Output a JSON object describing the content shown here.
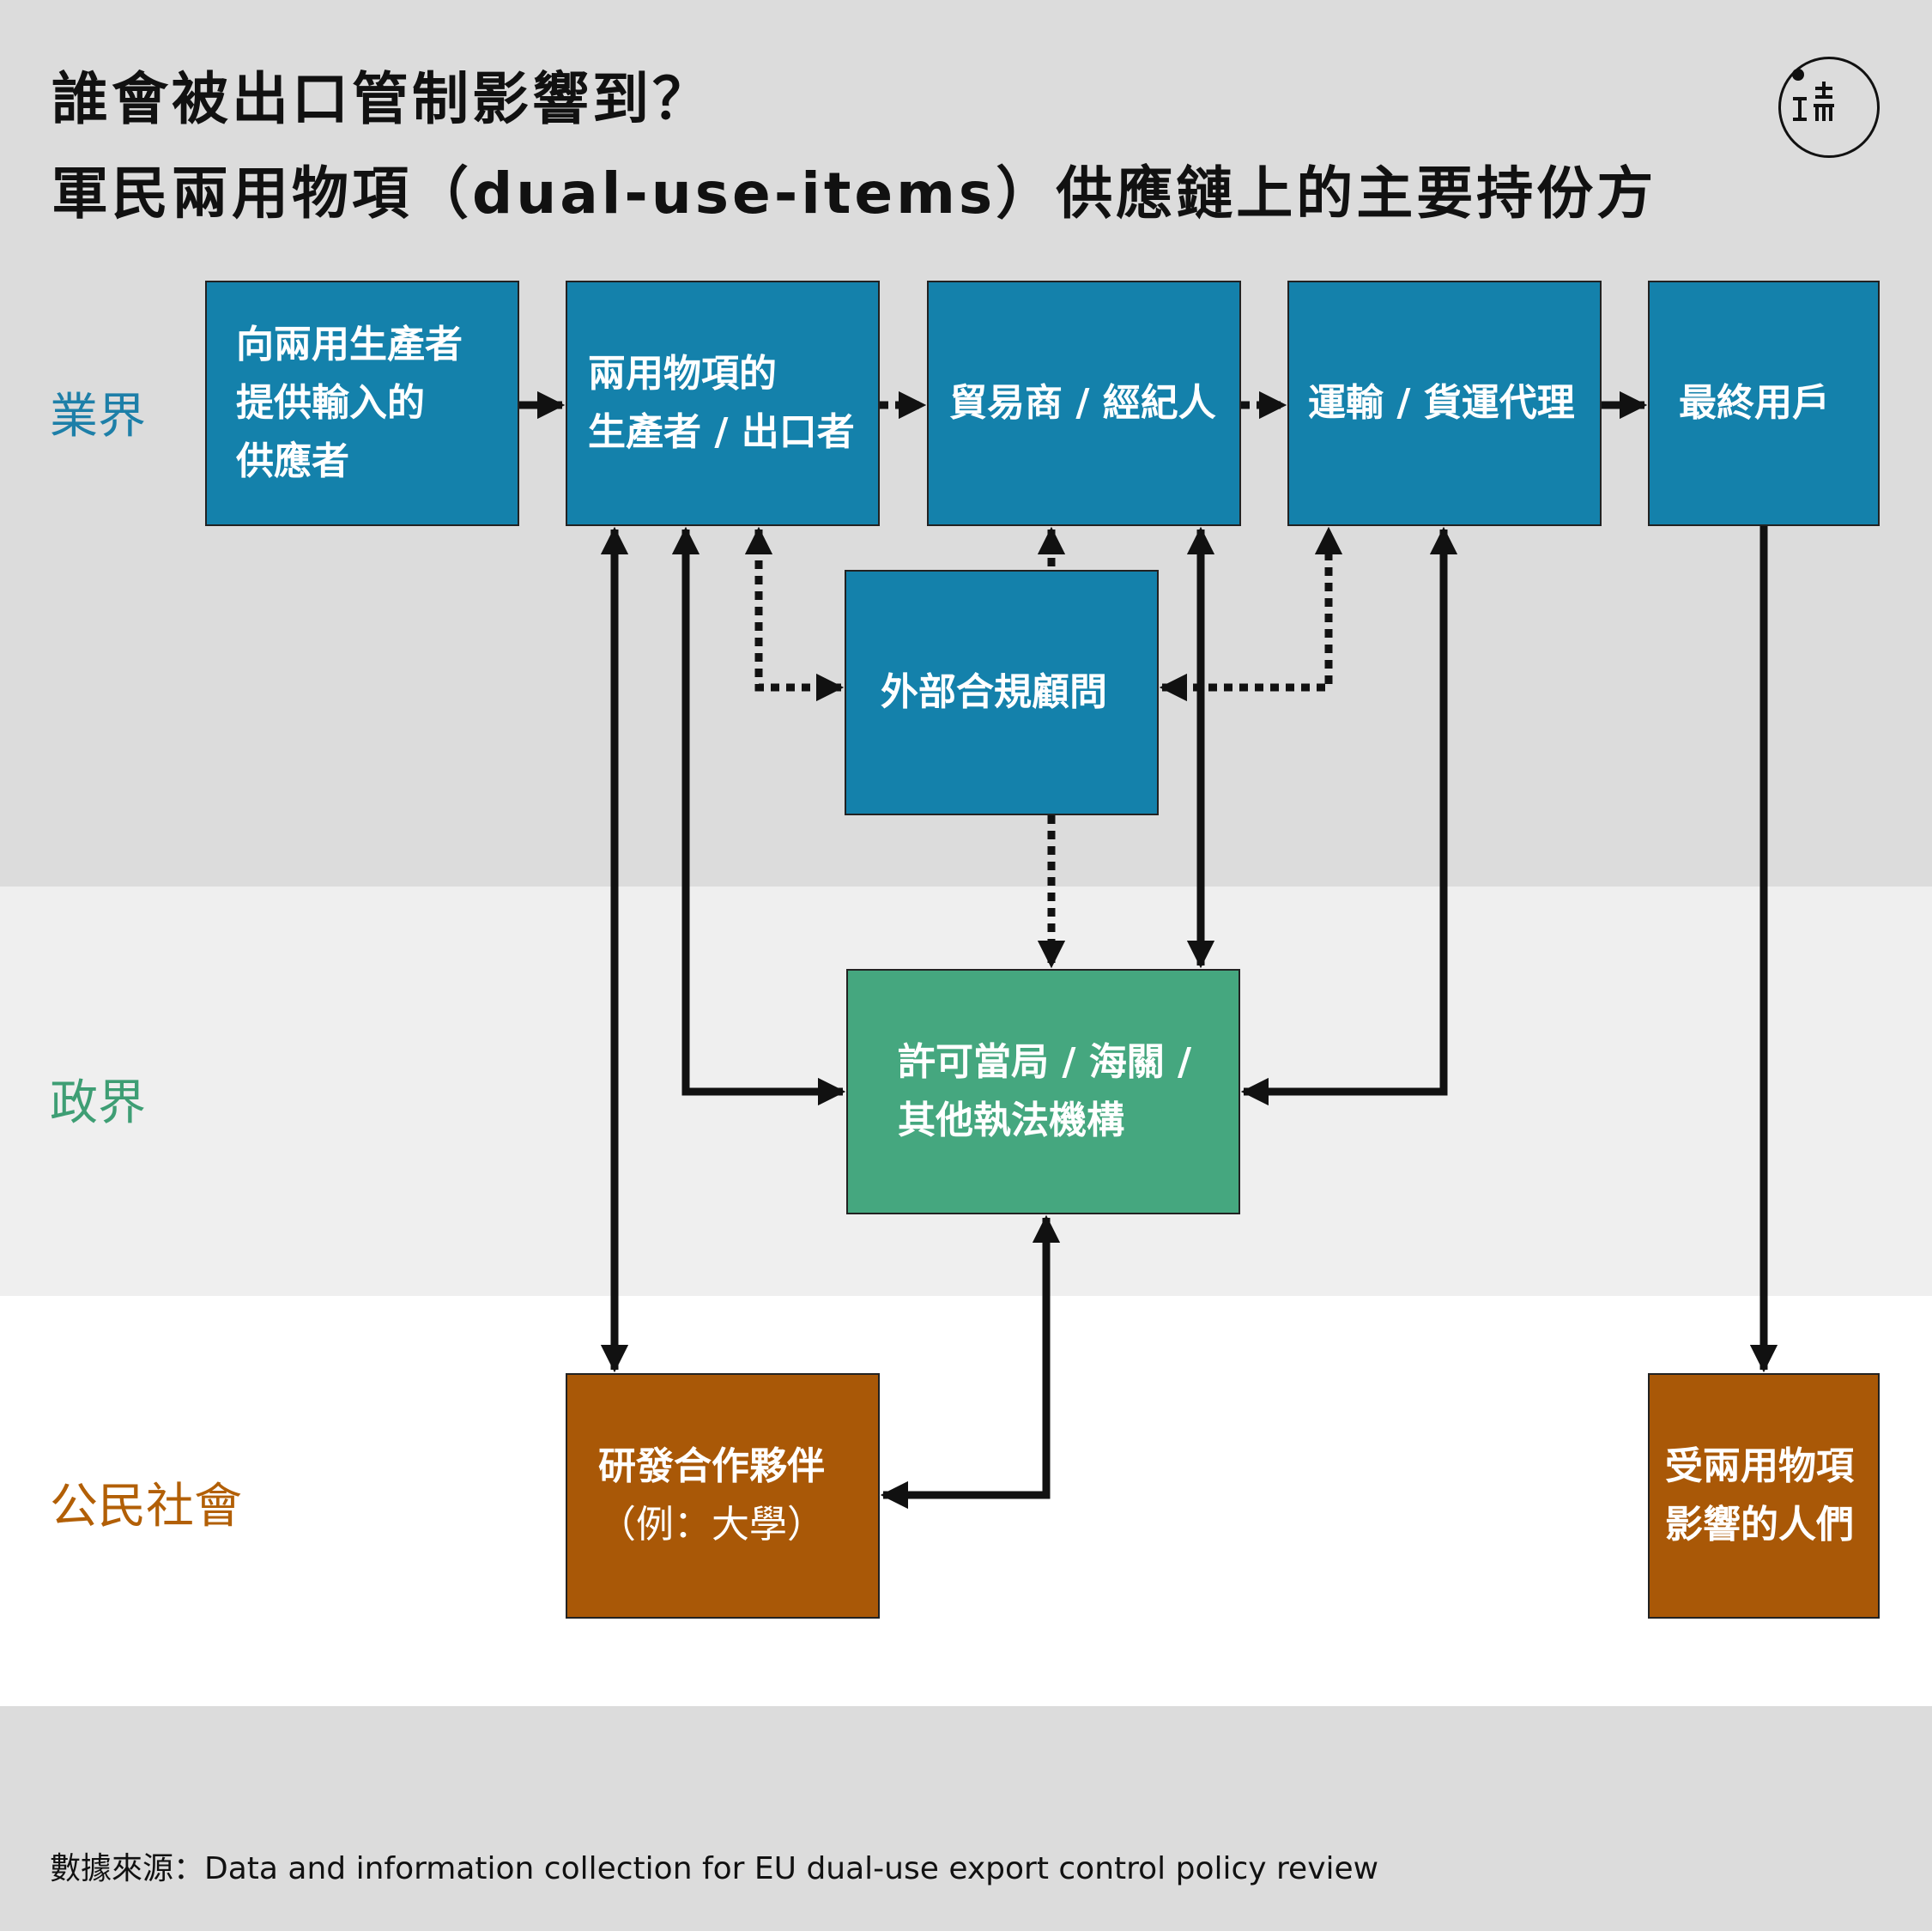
{
  "title": {
    "line1": "誰會被出口管制影響到？",
    "line2": "軍民兩用物項（dual-use-items）供應鏈上的主要持份方"
  },
  "sectors": {
    "industry": "業界",
    "government": "政界",
    "civil": "公民社會"
  },
  "nodes": {
    "supplier": [
      "向兩用生產者",
      "提供輸入的",
      "供應者"
    ],
    "producer": [
      "兩用物項的",
      "生產者 / 出口者"
    ],
    "trader": [
      "貿易商 / 經紀人"
    ],
    "transport": [
      "運輸 / 貨運代理"
    ],
    "enduser": [
      "最終用戶"
    ],
    "consultant": [
      "外部合規顧問"
    ],
    "authority": [
      "許可當局 / 海關 /",
      "其他執法機構"
    ],
    "rnd": [
      "研發合作夥伴",
      "（例：大學）"
    ],
    "affected": [
      "受兩用物項",
      "影響的人們"
    ]
  },
  "colors": {
    "industry": "#1481ab",
    "government": "#45a77f",
    "civil": "#a95807"
  },
  "source": "數據來源：Data and information collection for EU dual-use export control policy review"
}
